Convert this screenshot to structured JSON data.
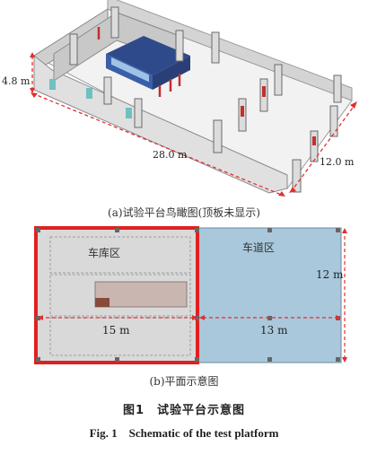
{
  "panel_a": {
    "dim_height": "4.8 m",
    "dim_length": "28.0 m",
    "dim_width": "12.0 m",
    "caption": "(a)试验平台鸟瞰图(顶板未显示)"
  },
  "panel_b": {
    "garage_label": "车库区",
    "lane_label": "车道区",
    "dim_garage_length": "15 m",
    "dim_lane_length": "13 m",
    "dim_width": "12 m",
    "caption": "(b)平面示意图"
  },
  "figure": {
    "title_cn": "图1　试验平台示意图",
    "title_en": "Fig. 1　Schematic of the test platform"
  },
  "colors": {
    "dimension_line": "#e03030",
    "garage_border": "#e02020",
    "lane_fill": "#a9c8dc",
    "garage_fill": "#d9d9d9"
  }
}
